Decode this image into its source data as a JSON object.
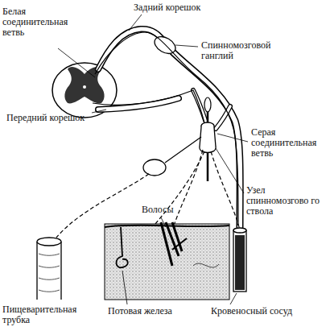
{
  "diagram": {
    "labels": [
      "Задний корешок",
      "Белая соединительная ветвь",
      "Спинномозговой ганглий",
      "Передний корешок",
      "Серая соединительная ветвь",
      "Узел спинномозгово го ствола",
      "Волосы",
      "Пищеварительная трубка",
      "Потовая железа",
      "Кровеносный сосуд"
    ]
  }
}
